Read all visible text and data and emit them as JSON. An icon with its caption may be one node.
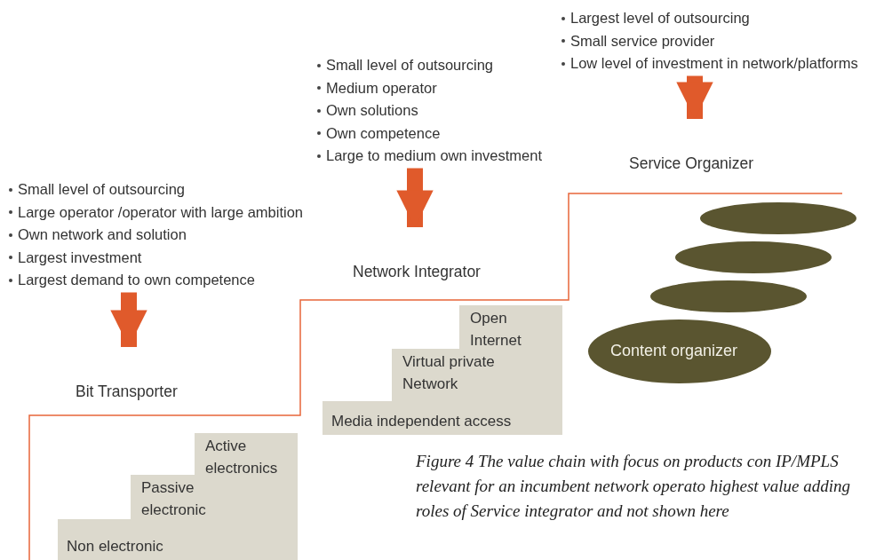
{
  "diagram": {
    "caption": "Figure 4 The value chain with focus on products con IP/MPLS relevant for an incumbent network operato highest value adding roles of Service integrator and not shown here",
    "nodes": [
      {
        "text": [
          "Small level of outsourcing",
          "Large operator /operator with large ambition",
          "Own network and solution",
          "Largest investment",
          "Largest demand to own competence"
        ]
      },
      {
        "text": [
          "Bit Transporter"
        ]
      },
      {
        "text": [
          "Small level of outsourcing",
          "Medium operator",
          "Own solutions",
          "Own competence",
          "Large to medium own investment"
        ]
      },
      {
        "text": [
          "Network Integrator"
        ]
      },
      {
        "text": [
          "Largest level of outsourcing",
          "Small service provider",
          "Low level of investment in network/platforms"
        ]
      },
      {
        "text": [
          "Service Organizer"
        ]
      },
      {
        "text": [
          "Non electronic"
        ]
      },
      {
        "text": [
          "Passive electronic"
        ]
      },
      {
        "text": [
          "Active electronics"
        ]
      },
      {
        "text": [
          "Media independent access"
        ]
      },
      {
        "text": [
          "Virtual private Network"
        ]
      },
      {
        "text": [
          "Open Internet"
        ]
      },
      {
        "text": [],
        "shape": "ellipse"
      },
      {
        "text": [],
        "shape": "ellipse"
      },
      {
        "text": [],
        "shape": "ellipse"
      },
      {
        "text": [
          "Content organizer"
        ]
      }
    ],
    "edges": [
      {
        "from": 0,
        "to": 1,
        "arrow": "to"
      },
      {
        "from": 2,
        "to": 3,
        "arrow": "to"
      },
      {
        "from": 4,
        "to": 5,
        "arrow": "to"
      }
    ]
  }
}
